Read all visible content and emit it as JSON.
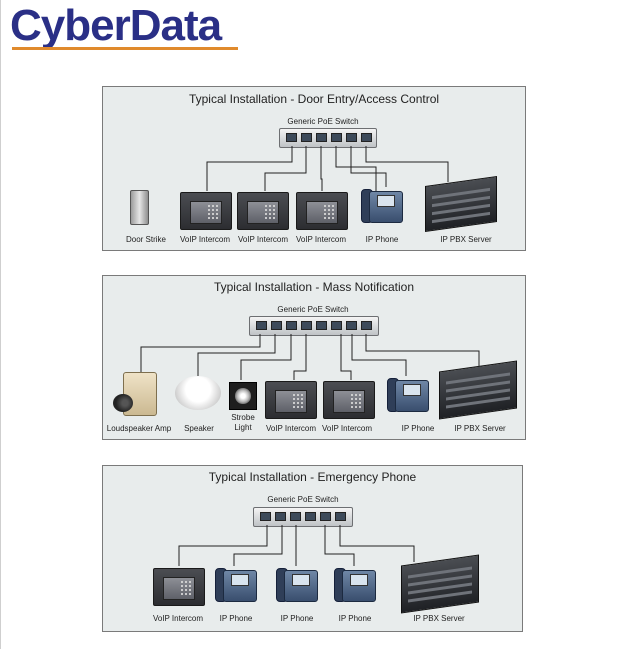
{
  "logo": {
    "text": "CyberData"
  },
  "panels": [
    {
      "title": "Typical Installation - Door Entry/Access Control",
      "switch_label": "Generic PoE Switch",
      "devices": [
        "Door Strike",
        "VoIP Intercom",
        "VoIP Intercom",
        "VoIP Intercom",
        "IP Phone",
        "IP PBX Server"
      ]
    },
    {
      "title": "Typical Installation - Mass Notification",
      "switch_label": "Generic PoE Switch",
      "devices": [
        "Loudspeaker Amp",
        "Speaker",
        "Strobe\nLight",
        "VoIP Intercom",
        "VoIP Intercom",
        "IP Phone",
        "IP PBX Server"
      ]
    },
    {
      "title": "Typical Installation - Emergency Phone",
      "switch_label": "Generic PoE Switch",
      "devices": [
        "VoIP Intercom",
        "IP Phone",
        "IP Phone",
        "IP Phone",
        "IP PBX Server"
      ]
    }
  ],
  "colors": {
    "logo": "#2a2f86",
    "logo_underline": "#e08a2c",
    "panel_bg": "#e8ecec",
    "wire": "#222222"
  },
  "icons": [
    "door-strike-icon",
    "voip-intercom-icon",
    "ip-phone-icon",
    "ip-pbx-server-icon",
    "loudspeaker-amp-icon",
    "speaker-icon",
    "strobe-light-icon",
    "poe-switch-icon"
  ]
}
